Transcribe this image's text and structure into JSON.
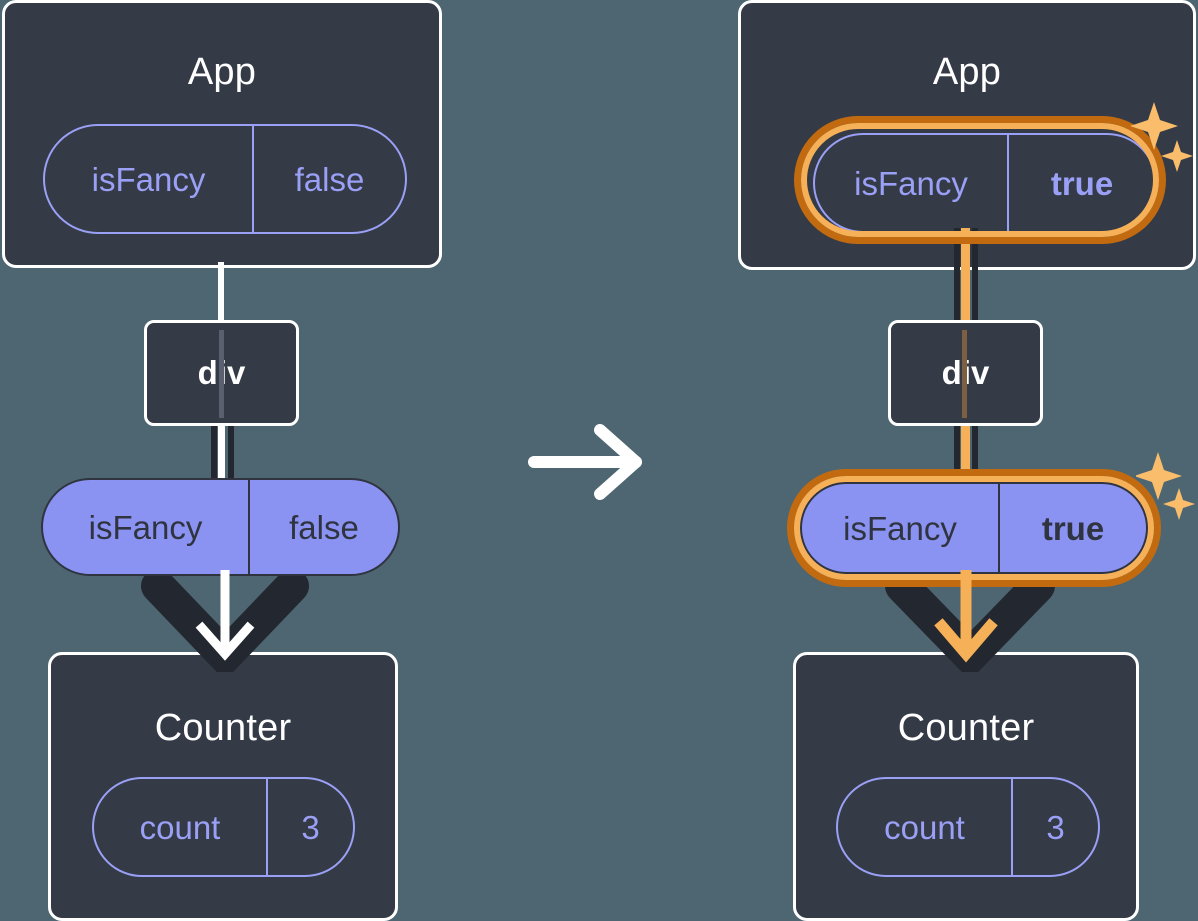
{
  "diagram": {
    "title_semantic": "react-state-propagation-before-after",
    "colors": {
      "background": "#4d6672",
      "panel": "#343a46",
      "panel_border": "#ffffff",
      "pill_purple": "#8b93f2",
      "pill_outline": "#9aa0f5",
      "highlight_outer": "#c26a0f",
      "highlight_inner": "#f6b057",
      "rail_dark": "#23272f",
      "text_dark": "#2f3440",
      "text_light": "#ffffff"
    },
    "transition_arrow": "arrow-right-icon",
    "before": {
      "app": {
        "title": "App",
        "prop": {
          "key": "isFancy",
          "value": "false"
        }
      },
      "div": {
        "label": "div"
      },
      "prop_pill": {
        "key": "isFancy",
        "value": "false"
      },
      "counter": {
        "title": "Counter",
        "state": {
          "key": "count",
          "value": "3"
        }
      }
    },
    "after": {
      "app": {
        "title": "App",
        "prop": {
          "key": "isFancy",
          "value": "true"
        },
        "highlighted": true,
        "sparkle": "sparkle-icon"
      },
      "div": {
        "label": "div"
      },
      "prop_pill": {
        "key": "isFancy",
        "value": "true",
        "highlighted": true,
        "sparkle": "sparkle-icon"
      },
      "counter": {
        "title": "Counter",
        "state": {
          "key": "count",
          "value": "3"
        }
      }
    }
  }
}
